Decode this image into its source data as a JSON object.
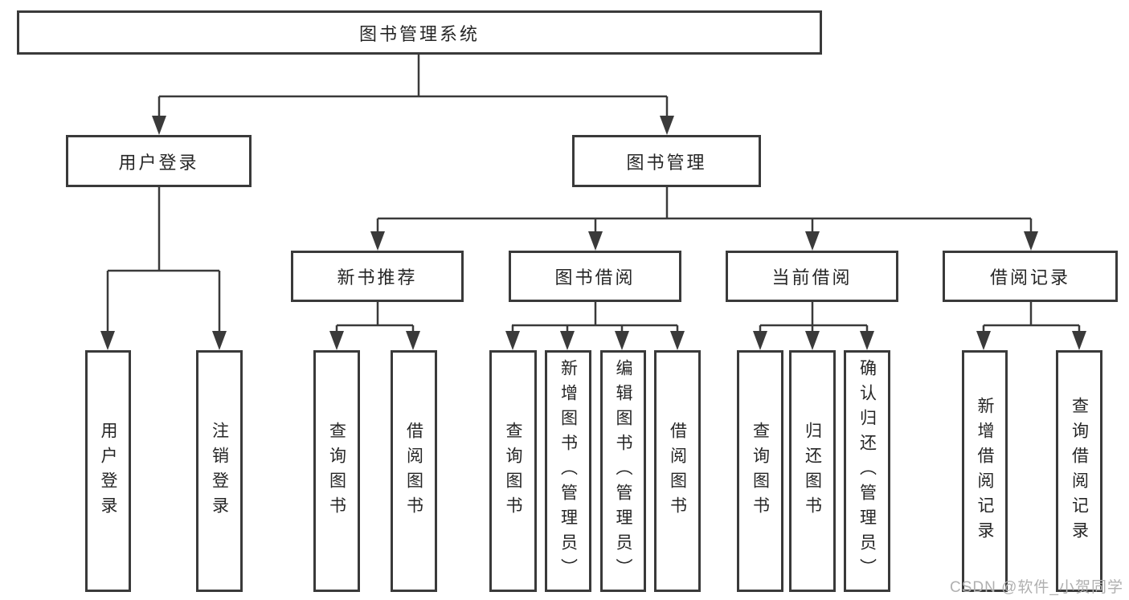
{
  "tree": {
    "label": "图书管理系统",
    "children": [
      {
        "label": "用户登录",
        "children": [
          {
            "label": "用户登录"
          },
          {
            "label": "注销登录"
          }
        ]
      },
      {
        "label": "图书管理",
        "children": [
          {
            "label": "新书推荐",
            "children": [
              {
                "label": "查询图书"
              },
              {
                "label": "借阅图书"
              }
            ]
          },
          {
            "label": "图书借阅",
            "children": [
              {
                "label": "查询图书"
              },
              {
                "label": "新增图书（管理员）"
              },
              {
                "label": "编辑图书（管理员）"
              },
              {
                "label": "借阅图书"
              }
            ]
          },
          {
            "label": "当前借阅",
            "children": [
              {
                "label": "查询图书"
              },
              {
                "label": "归还图书"
              },
              {
                "label": "确认归还（管理员）"
              }
            ]
          },
          {
            "label": "借阅记录",
            "children": [
              {
                "label": "新增借阅记录"
              },
              {
                "label": "查询借阅记录"
              }
            ]
          }
        ]
      }
    ]
  },
  "watermark": {
    "text": "CSDN @软件_小贺同学"
  },
  "colors": {
    "line": "#3a3a3a",
    "text": "#262626",
    "watermark": "#b0b0b0",
    "background": "#ffffff"
  }
}
